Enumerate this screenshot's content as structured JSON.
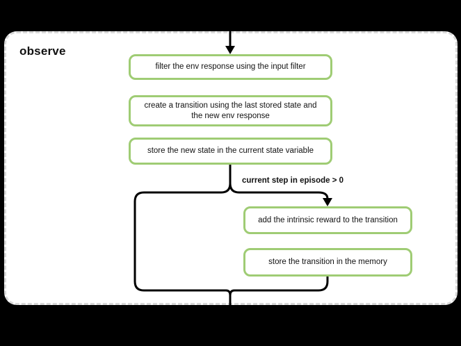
{
  "diagram": {
    "type": "flowchart",
    "group": {
      "label": "observe"
    },
    "nodes": [
      {
        "id": "filter_env_response",
        "label": "filter the env response using the input filter"
      },
      {
        "id": "create_transition",
        "label": "create a transition using the last stored state and the new env response"
      },
      {
        "id": "store_new_state",
        "label": "store the new state in the current state variable"
      },
      {
        "id": "add_intrinsic_reward",
        "label": "add the intrinsic reward to the transition"
      },
      {
        "id": "store_transition_memory",
        "label": "store the transition in the memory"
      }
    ],
    "edges": [
      {
        "from": "store_new_state",
        "to": "add_intrinsic_reward",
        "label": "current step in episode > 0"
      }
    ],
    "edge_label": "current step in episode > 0",
    "colors": {
      "background": "#000000",
      "container_bg": "#ffffff",
      "container_border": "#d8d8d8",
      "node_border": "#9fcc74",
      "node_bg": "#ffffff",
      "connector": "#000000",
      "text": "#111111"
    }
  }
}
